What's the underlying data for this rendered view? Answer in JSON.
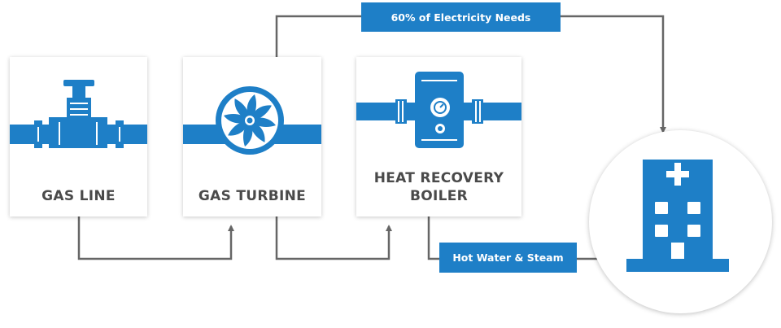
{
  "nodes": {
    "gas_line": {
      "label": "GAS LINE"
    },
    "gas_turbine": {
      "label": "GAS TURBINE"
    },
    "boiler": {
      "label_line1": "HEAT RECOVERY",
      "label_line2": "BOILER"
    }
  },
  "flows": {
    "electricity": {
      "label": "60% of Electricity Needs"
    },
    "hot_water": {
      "label": "Hot Water & Steam"
    }
  },
  "icons": {
    "gas_line": "valve-pipe-icon",
    "gas_turbine": "turbine-fan-icon",
    "boiler": "boiler-gauge-icon",
    "destination": "hospital-building-icon"
  },
  "colors": {
    "accent": "#1e7fc7",
    "connector": "#666666",
    "label_text": "#4a4a4a"
  }
}
